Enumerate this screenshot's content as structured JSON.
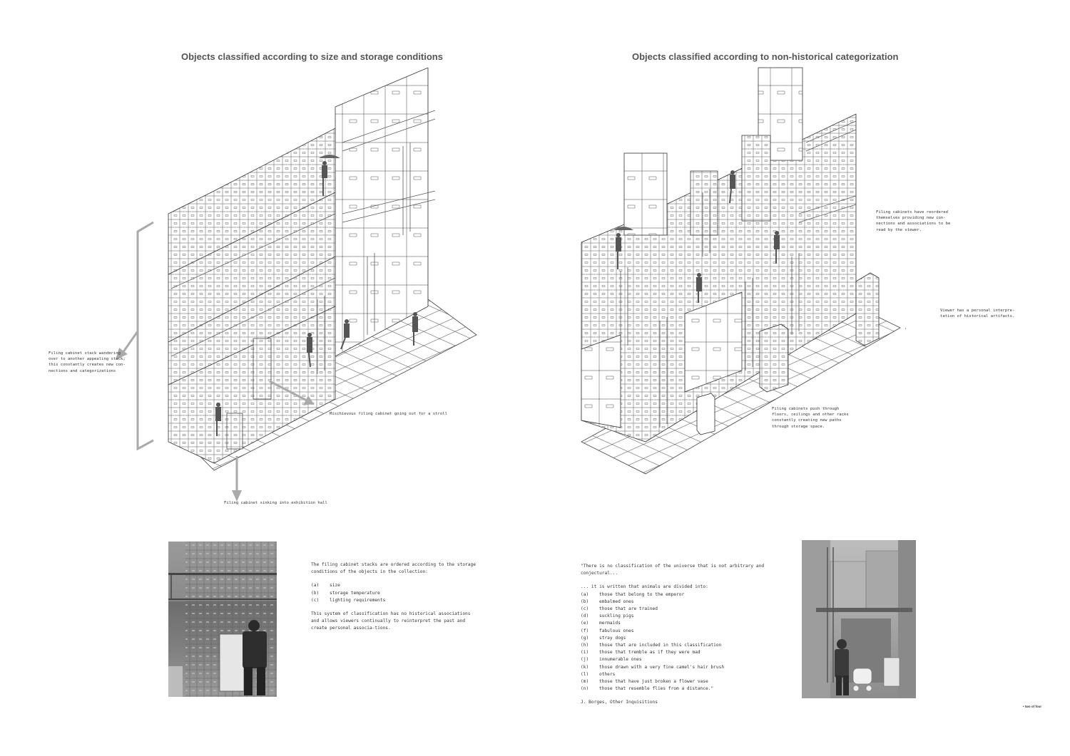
{
  "left": {
    "title": "Objects classified according to size and storage conditions",
    "annotations": {
      "wandering": "Filing cabinet stack wandering\nover to another appealing stack;\nthis constantly creates new con-\nnections and categorizations",
      "stroll": "Mischievous filing cabinet going out for a stroll",
      "sinking": "Filing cabinet sinking into exhibition hall"
    },
    "description": {
      "intro": "The filing cabinet stacks are ordered according to the storage conditions of the objects in the collection:",
      "items": [
        {
          "key": "(a)",
          "text": "size"
        },
        {
          "key": "(b)",
          "text": "storage temperature"
        },
        {
          "key": "(c)",
          "text": "lighting requirements"
        }
      ],
      "outro": "This system of classification has no historical associations and allows viewers continually to reinterpret the past and create personal associa-tions."
    }
  },
  "right": {
    "title": "Objects classified according to non-historical categorization",
    "annotations": {
      "rendered": "Filing cabinets have reordered\nthemselves providing new con-\nnections and associations to be\nread by the viewer.",
      "viewer": "Viewer has a personal interpre-\ntation of historical artifacts.",
      "push": "Filing cabinets push through\nfloors, ceilings and other racks\nconstantly creating new paths\nthrough storage space."
    },
    "quote": {
      "opening": "\"There is no classification of the universe that is not arbitrary and conjectural...",
      "lead": "... it is written that animals are divided into:",
      "items": [
        {
          "key": "(a)",
          "text": "those that belong to the emperor"
        },
        {
          "key": "(b)",
          "text": "embalmed ones"
        },
        {
          "key": "(c)",
          "text": "those that are trained"
        },
        {
          "key": "(d)",
          "text": "suckling pigs"
        },
        {
          "key": "(e)",
          "text": "mermaids"
        },
        {
          "key": "(f)",
          "text": "fabulous ones"
        },
        {
          "key": "(g)",
          "text": "stray dogs"
        },
        {
          "key": "(h)",
          "text": "those that are included in this classification"
        },
        {
          "key": "(i)",
          "text": "those that tremble as if they were mad"
        },
        {
          "key": "(j)",
          "text": "innumerable ones"
        },
        {
          "key": "(k)",
          "text": "those drawn with a very fine camel's hair brush"
        },
        {
          "key": "(l)",
          "text": "others"
        },
        {
          "key": "(m)",
          "text": "those that have just broken a flower vase"
        },
        {
          "key": "(n)",
          "text": "those that resemble flies from a distance.\""
        }
      ],
      "source": "J. Borges, Other Inquisitions"
    }
  },
  "page_number": "• two of four"
}
